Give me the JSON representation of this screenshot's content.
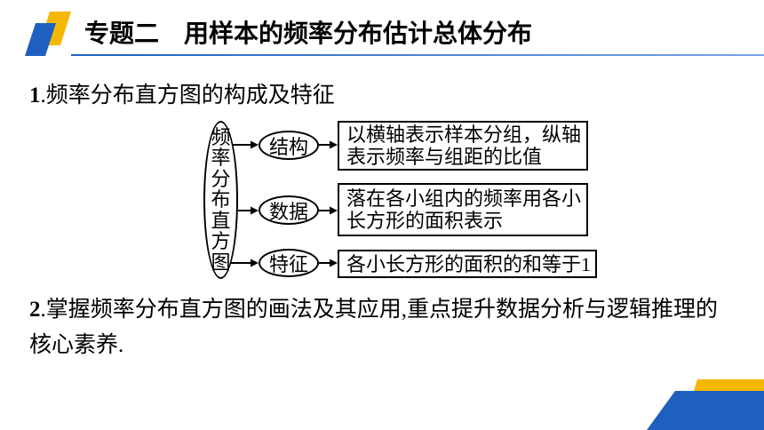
{
  "slide": {
    "title": "专题二　用样本的频率分布估计总体分布",
    "colors": {
      "accent_blue": "#1f5fbf",
      "accent_yellow": "#f5b800",
      "text": "#000000"
    }
  },
  "point1": {
    "number": "1",
    "text": ".频率分布直方图的构成及特征"
  },
  "diagram": {
    "root": "频率分布直方图",
    "branches": [
      {
        "label": "结构",
        "lines": [
          "以横轴表示样本分组，纵轴",
          "表示频率与组距的比值"
        ]
      },
      {
        "label": "数据",
        "lines": [
          "落在各小组内的频率用各小",
          "长方形的面积表示"
        ]
      },
      {
        "label": "特征",
        "lines": [
          "各小长方形的面积的和等于1"
        ]
      }
    ]
  },
  "point2": {
    "number": "2",
    "text": ".掌握频率分布直方图的画法及其应用,重点提升数据分析与逻辑推理的核心素养."
  }
}
